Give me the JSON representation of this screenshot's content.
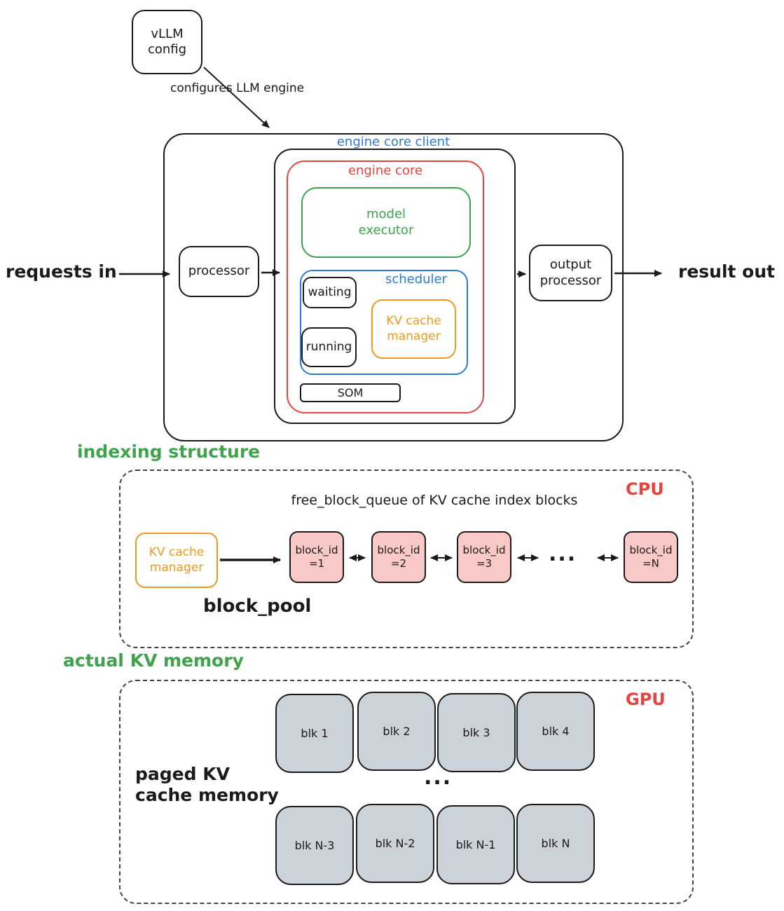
{
  "top": {
    "vllm_config": "vLLM\nconfig",
    "configures_label": "configures LLM engine"
  },
  "engine": {
    "requests_in": "requests in",
    "result_out": "result out",
    "client_label": "engine core client",
    "core_label": "engine core",
    "model_executor": "model\nexecutor",
    "scheduler_label": "scheduler",
    "waiting": "waiting",
    "running": "running",
    "kv_cache_manager": "KV cache\nmanager",
    "som": "SOM",
    "processor": "processor",
    "output_processor": "output\nprocessor"
  },
  "indexing": {
    "section_label": "indexing structure",
    "cpu_label": "CPU",
    "queue_title": "free_block_queue of KV cache index blocks",
    "kv_cache_manager": "KV cache\nmanager",
    "block_pool_label": "block_pool",
    "ellipsis": "...",
    "blocks": [
      {
        "label": "block_id\n=1"
      },
      {
        "label": "block_id\n=2"
      },
      {
        "label": "block_id\n=3"
      },
      {
        "label": "block_id\n=N"
      }
    ]
  },
  "memory": {
    "section_label": "actual KV memory",
    "gpu_label": "GPU",
    "paged_label": "paged KV\ncache memory",
    "ellipsis": "...",
    "row1": [
      "blk 1",
      "blk 2",
      "blk 3",
      "blk 4"
    ],
    "row2": [
      "blk N-3",
      "blk N-2",
      "blk N-1",
      "blk N"
    ]
  },
  "colors": {
    "blue": "#2b7cd3",
    "red": "#e8433e",
    "green": "#3fa34d",
    "orange": "#f0991f",
    "pink_block_fill": "#f8c9c7",
    "gray_block_fill": "#ccd2da",
    "ink": "#1a1a1a"
  }
}
